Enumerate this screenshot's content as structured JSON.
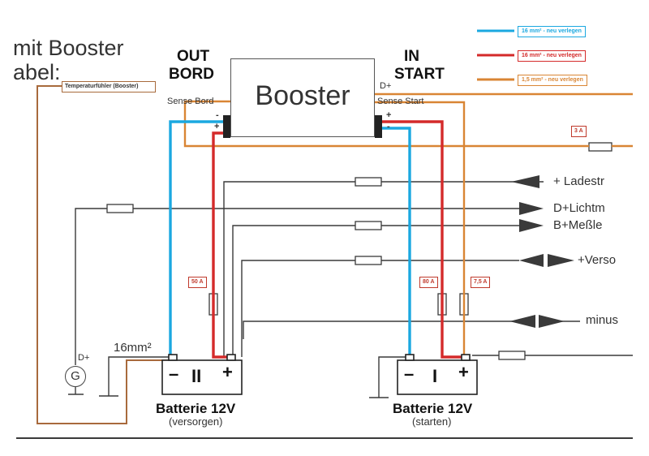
{
  "title_partial": {
    "line1": "mit Booster",
    "line2": "abel:"
  },
  "booster": {
    "label": "Booster",
    "out_header": "OUT\nBORD",
    "out_line1": "OUT",
    "out_line2": "BORD",
    "in_line1": "IN",
    "in_line2": "START",
    "sense_bord": "Sense Bord",
    "sense_start": "Sense Start",
    "d_plus": "D+",
    "minus": "-",
    "plus": "+"
  },
  "legend": [
    {
      "label": "16 mm² - neu verlegen",
      "color": "#1ba8e0"
    },
    {
      "label": "16 mm² - neu verlegen",
      "color": "#d42a2a"
    },
    {
      "label": "1,5 mm² - neu verlegen",
      "color": "#d98534"
    }
  ],
  "tags": {
    "temp_sensor": "Temperaturfühler (Booster)",
    "fuse_3a": "3 A",
    "fuse_50a": "50 A",
    "fuse_80a": "80 A",
    "fuse_7_5a": "7,5 A"
  },
  "signals": {
    "ladestr": "+ Ladestr",
    "d_licht": "D+Lichtm",
    "b_messle": "B+Meßle",
    "verso": "+Verso",
    "minus": "minus"
  },
  "cable_label": "16mm²",
  "generator": {
    "symbol": "G",
    "d_plus": "D+"
  },
  "batteries": [
    {
      "name": "Batterie 12V",
      "sub": "(versorgen)",
      "number": "II",
      "minus": "–",
      "plus": "+"
    },
    {
      "name": "Batterie 12V",
      "sub": "(starten)",
      "number": "I",
      "minus": "–",
      "plus": "+"
    }
  ],
  "colors": {
    "blue": "#1ba8e0",
    "red": "#d42a2a",
    "orange": "#d98534",
    "brown": "#a86a3c",
    "black": "#3a3a3a"
  }
}
